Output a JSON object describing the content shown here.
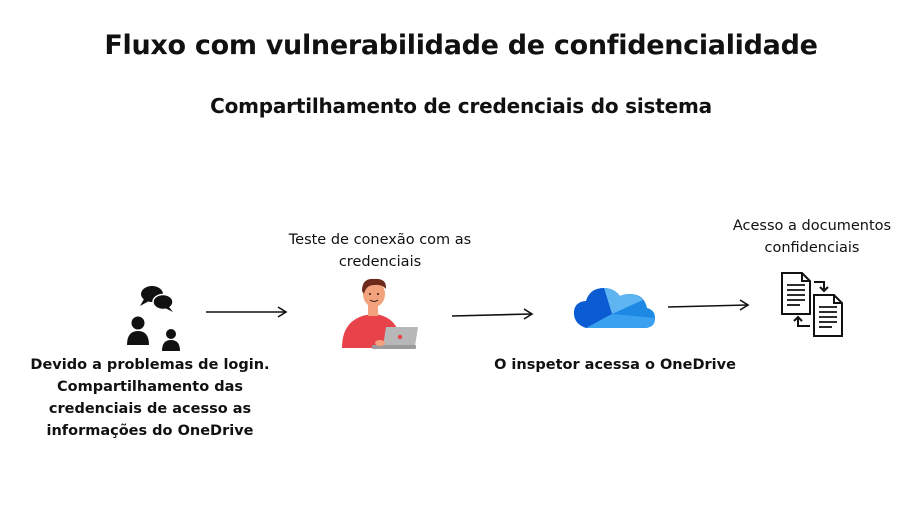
{
  "header": {
    "title": "Fluxo com vulnerabilidade de confidencialidade",
    "subtitle": "Compartilhamento de credenciais do sistema"
  },
  "steps": [
    {
      "id": "login-problem",
      "icon": "chat-users-icon",
      "lines": [
        "Devido a problemas de login.",
        "Compartilhamento das",
        "credenciais de acesso as",
        "informações do OneDrive"
      ]
    },
    {
      "id": "connection-test",
      "icon": "person-laptop-icon",
      "lines": [
        "Teste de conexão com as",
        "credenciais"
      ]
    },
    {
      "id": "inspector-access",
      "icon": "onedrive-cloud-icon",
      "lines": [
        "O inspetor acessa o OneDrive"
      ]
    },
    {
      "id": "document-access",
      "icon": "documents-exchange-icon",
      "lines": [
        "Acesso a documentos",
        "confidenciais"
      ]
    }
  ],
  "colors": {
    "text": "#111111",
    "person_shirt": "#e8424b",
    "person_skin": "#f2a27c",
    "person_hair": "#6b2a1a",
    "laptop": "#b7b7b7",
    "cloud_light": "#5fb4f2",
    "cloud_mid": "#1e88e5",
    "cloud_dark": "#0b5bd3"
  }
}
